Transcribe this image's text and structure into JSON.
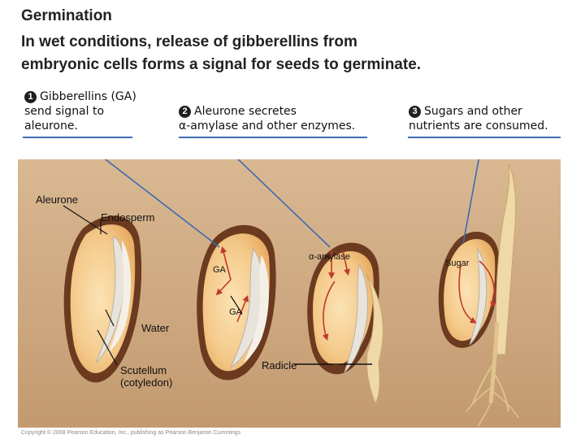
{
  "title": {
    "line1": "Germination",
    "line2": "In wet conditions, release of gibberellins from",
    "line3": "embryonic cells forms a signal for seeds to germinate."
  },
  "steps": [
    {
      "number": "1",
      "line1": "Gibberellins (GA)",
      "line2": "send signal to",
      "line3": "aleurone."
    },
    {
      "number": "2",
      "line1": "Aleurone secretes",
      "line2": "α-amylase and other enzymes."
    },
    {
      "number": "3",
      "line1": "Sugars and other",
      "line2": "nutrients are consumed."
    }
  ],
  "labels": {
    "aleurone": "Aleurone",
    "endosperm": "Endosperm",
    "ga_left": "GA",
    "ga_mid": "GA",
    "water": "Water",
    "scutellum_1": "Scutellum",
    "scutellum_2": "(cotyledon)",
    "alpha_amylase": "α-amylase",
    "radicle": "Radicle",
    "sugar": "Sugar"
  },
  "copyright": "Copyright © 2008 Pearson Education, Inc., publishing as Pearson Benjamin Cummings",
  "colors": {
    "soil": "#c9a27a",
    "seed_coat": "#6b3a1f",
    "endosperm": "#f4c98a",
    "embryo": "#e8e4dc",
    "arrow": "#c0392b",
    "rule": "#3c6cb0",
    "root": "#f0d9a8"
  }
}
